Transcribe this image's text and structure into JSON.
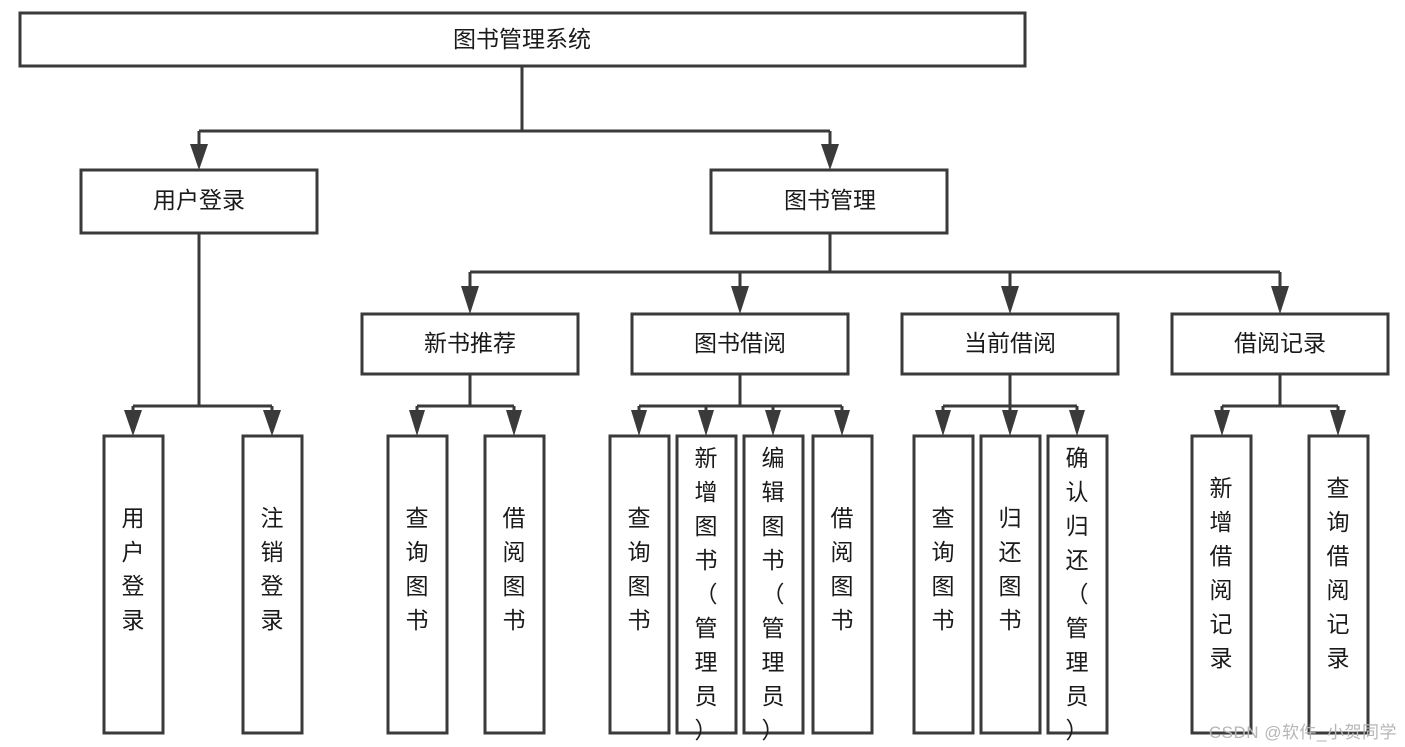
{
  "diagram": {
    "type": "tree",
    "title": "图书管理系统",
    "watermark": "CSDN @软件_小贺同学",
    "colors": {
      "box_stroke": "#3a3a3a",
      "box_fill": "#ffffff",
      "text": "#1a1a1a",
      "watermark": "#b6b6b6",
      "background": "#ffffff"
    },
    "levels": {
      "root": {
        "label": "图书管理系统"
      },
      "level2": [
        {
          "id": "user-login",
          "label": "用户登录"
        },
        {
          "id": "book-management",
          "label": "图书管理"
        }
      ],
      "level3": [
        {
          "id": "new-book-recommend",
          "label": "新书推荐",
          "parent": "book-management"
        },
        {
          "id": "book-borrow",
          "label": "图书借阅",
          "parent": "book-management"
        },
        {
          "id": "current-borrow",
          "label": "当前借阅",
          "parent": "book-management"
        },
        {
          "id": "borrow-record",
          "label": "借阅记录",
          "parent": "book-management"
        }
      ],
      "leaves": [
        {
          "id": "leaf-user-login",
          "label": "用户登录",
          "parent": "user-login"
        },
        {
          "id": "leaf-logout",
          "label": "注销登录",
          "parent": "user-login"
        },
        {
          "id": "leaf-query-book-1",
          "label": "查询图书",
          "parent": "new-book-recommend"
        },
        {
          "id": "leaf-borrow-book-1",
          "label": "借阅图书",
          "parent": "new-book-recommend"
        },
        {
          "id": "leaf-query-book-2",
          "label": "查询图书",
          "parent": "book-borrow"
        },
        {
          "id": "leaf-add-book",
          "label": "新增图书（管理员）",
          "parent": "book-borrow"
        },
        {
          "id": "leaf-edit-book",
          "label": "编辑图书（管理员）",
          "parent": "book-borrow"
        },
        {
          "id": "leaf-borrow-book-2",
          "label": "借阅图书",
          "parent": "book-borrow"
        },
        {
          "id": "leaf-query-book-3",
          "label": "查询图书",
          "parent": "current-borrow"
        },
        {
          "id": "leaf-return-book",
          "label": "归还图书",
          "parent": "current-borrow"
        },
        {
          "id": "leaf-confirm-return",
          "label": "确认归还（管理员）",
          "parent": "current-borrow"
        },
        {
          "id": "leaf-add-record",
          "label": "新增借阅记录",
          "parent": "borrow-record"
        },
        {
          "id": "leaf-query-record",
          "label": "查询借阅记录",
          "parent": "borrow-record"
        }
      ]
    }
  }
}
